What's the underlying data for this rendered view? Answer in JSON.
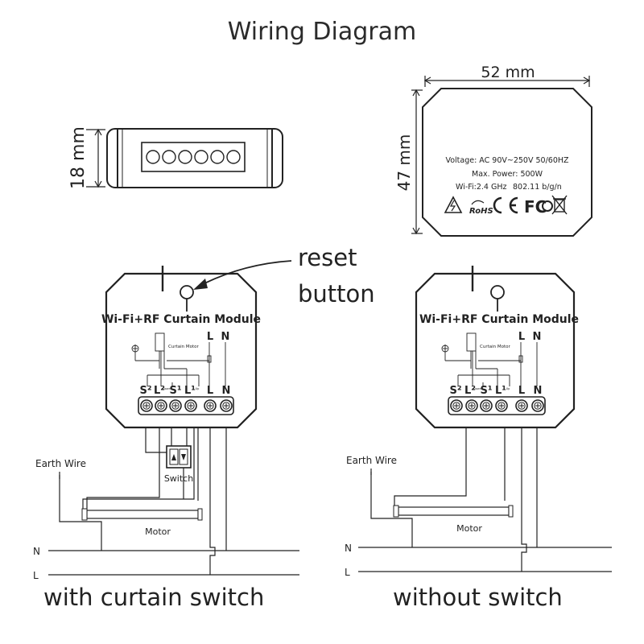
{
  "title": "Wiring Diagram",
  "dimensions": {
    "width": "52 mm",
    "height": "47 mm",
    "depth": "18 mm"
  },
  "device_label": {
    "voltage": "Voltage: AC 90V~250V  50/60HZ",
    "power": "Max. Power: 500W",
    "wifi": "Wi-Fi:2.4 GHz",
    "standard": "802.11 b/g/n",
    "rohs": "RoHS"
  },
  "reset_button": {
    "line1": "reset",
    "line2": "button"
  },
  "module": {
    "name": "Wi-Fi+RF Curtain Module",
    "motor_label": "Curtain Motor",
    "top_L": "L",
    "top_N": "N",
    "terminals": {
      "s2": "S²",
      "l2": "L²",
      "l2_sub": "Down",
      "s1": "S¹",
      "l1": "L¹",
      "l1_sub": "Up",
      "l": "L",
      "n": "N"
    }
  },
  "left_diagram": {
    "earth_label": "Earth Wire",
    "switch_label": "Switch",
    "motor_label": "Motor",
    "n_label": "N",
    "l_label": "L",
    "caption": "with curtain switch"
  },
  "right_diagram": {
    "earth_label": "Earth Wire",
    "motor_label": "Motor",
    "n_label": "N",
    "l_label": "L",
    "caption": "without switch"
  },
  "icons": [
    "high-voltage-warning-icon",
    "rohs-mark-icon",
    "ce-mark-icon",
    "fcc-mark-icon",
    "weee-bin-icon",
    "earth-ground-icon",
    "switch-arrow-icon"
  ]
}
